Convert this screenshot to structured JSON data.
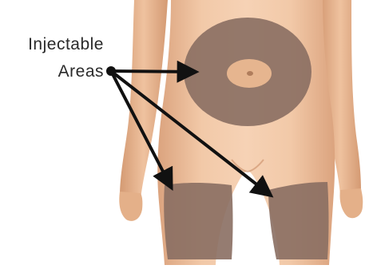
{
  "diagram": {
    "label_lines": [
      "Injectable",
      "Areas"
    ],
    "colors": {
      "skin_light": "#f2c9a8",
      "skin_mid": "#e8b894",
      "skin_shadow": "#d59e78",
      "injection_zone": "#8a6e62",
      "navel_ring": "#e6b58f",
      "arrow": "#111111"
    },
    "regions": [
      {
        "id": "abdomen",
        "shape": "ellipse"
      },
      {
        "id": "left-thigh",
        "shape": "rounded-rect"
      },
      {
        "id": "right-thigh",
        "shape": "rounded-rect"
      }
    ]
  }
}
